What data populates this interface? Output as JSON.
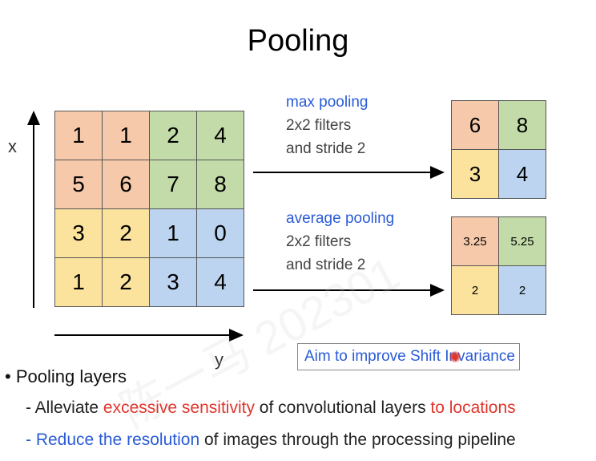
{
  "title": "Pooling",
  "axes": {
    "x_label": "x",
    "y_label": "y"
  },
  "input_grid": [
    [
      "1",
      "1",
      "2",
      "4"
    ],
    [
      "5",
      "6",
      "7",
      "8"
    ],
    [
      "3",
      "2",
      "1",
      "0"
    ],
    [
      "1",
      "2",
      "3",
      "4"
    ]
  ],
  "max_pooling": {
    "name": "max pooling",
    "line1": "2x2 filters",
    "line2": "and stride 2",
    "result": [
      [
        "6",
        "8"
      ],
      [
        "3",
        "4"
      ]
    ]
  },
  "average_pooling": {
    "name": "average pooling",
    "line1": "2x2 filters",
    "line2": "and stride 2",
    "result": [
      [
        "3.25",
        "5.25"
      ],
      [
        "2",
        "2"
      ]
    ]
  },
  "note": "Aim to improve Shift Invariance",
  "bullets": {
    "main": "• Pooling layers",
    "sub1": {
      "dash": "- Alleviate ",
      "red1": "excessive sensitivity",
      "mid": " of convolutional layers ",
      "red2": "to locations"
    },
    "sub2": {
      "blue": "- Reduce the resolution",
      "rest": " of images through the processing pipeline"
    }
  },
  "watermark": "陈一马 202301",
  "colors": {
    "orange": "#f6c9aa",
    "green": "#c2dba8",
    "yellow": "#fbe39e",
    "blue": "#bcd4ef",
    "accent_blue": "#2a5bd7",
    "accent_red": "#e0362c"
  }
}
